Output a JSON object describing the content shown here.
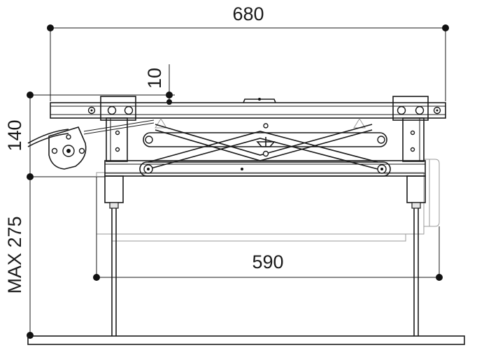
{
  "dimensions": {
    "top_width": "680",
    "offset": "10",
    "height": "140",
    "max_extension": "MAX 275",
    "inner_width": "590"
  },
  "colors": {
    "line": "#1a1a1a",
    "ghost": "#9a9a9a",
    "background": "#ffffff"
  }
}
